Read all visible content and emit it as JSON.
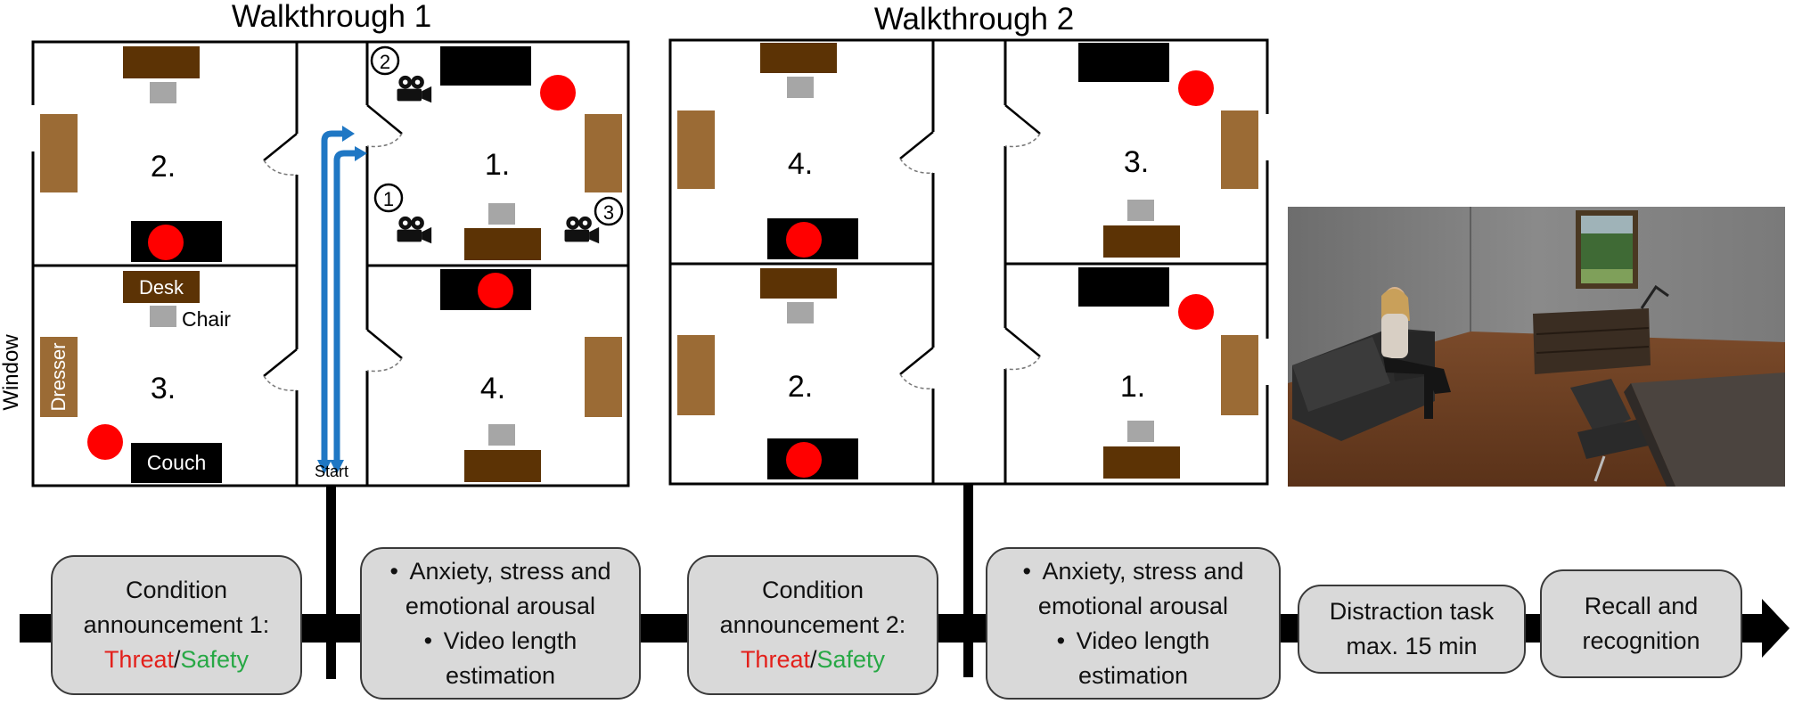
{
  "walkthroughs": [
    {
      "title": "Walkthrough 1",
      "rooms": [
        "2.",
        "1.",
        "3.",
        "4."
      ],
      "legend": {
        "desk": "Desk",
        "chair": "Chair",
        "dresser": "Dresser",
        "couch": "Couch"
      },
      "start": "Start",
      "cameras": [
        "1",
        "2",
        "3"
      ]
    },
    {
      "title": "Walkthrough 2",
      "rooms": [
        "4.",
        "3.",
        "2.",
        "1."
      ]
    }
  ],
  "window_label": "Window",
  "timeline": [
    {
      "lines": [
        "Condition",
        "announcement 1:"
      ],
      "threat": "Threat",
      "sep": "/",
      "safety": "Safety"
    },
    {
      "bullets": [
        [
          "Anxiety, stress and",
          "emotional arousal"
        ],
        [
          "Video length",
          "estimation"
        ]
      ]
    },
    {
      "lines": [
        "Condition",
        "announcement 2:"
      ],
      "threat": "Threat",
      "sep": "/",
      "safety": "Safety"
    },
    {
      "bullets": [
        [
          "Anxiety, stress and",
          "emotional arousal"
        ],
        [
          "Video length",
          "estimation"
        ]
      ]
    },
    {
      "lines": [
        "Distraction task",
        "max. 15 min"
      ]
    },
    {
      "lines": [
        "Recall and",
        "recognition"
      ]
    }
  ],
  "colors": {
    "desk": "#5c3305",
    "dresser": "#9b6b35",
    "chair": "#a6a6a6",
    "alarm": "#ff0000",
    "arrow": "#1f77c4",
    "box": "#d9d9d9",
    "threat": "#e3201b",
    "safety": "#27a845"
  }
}
